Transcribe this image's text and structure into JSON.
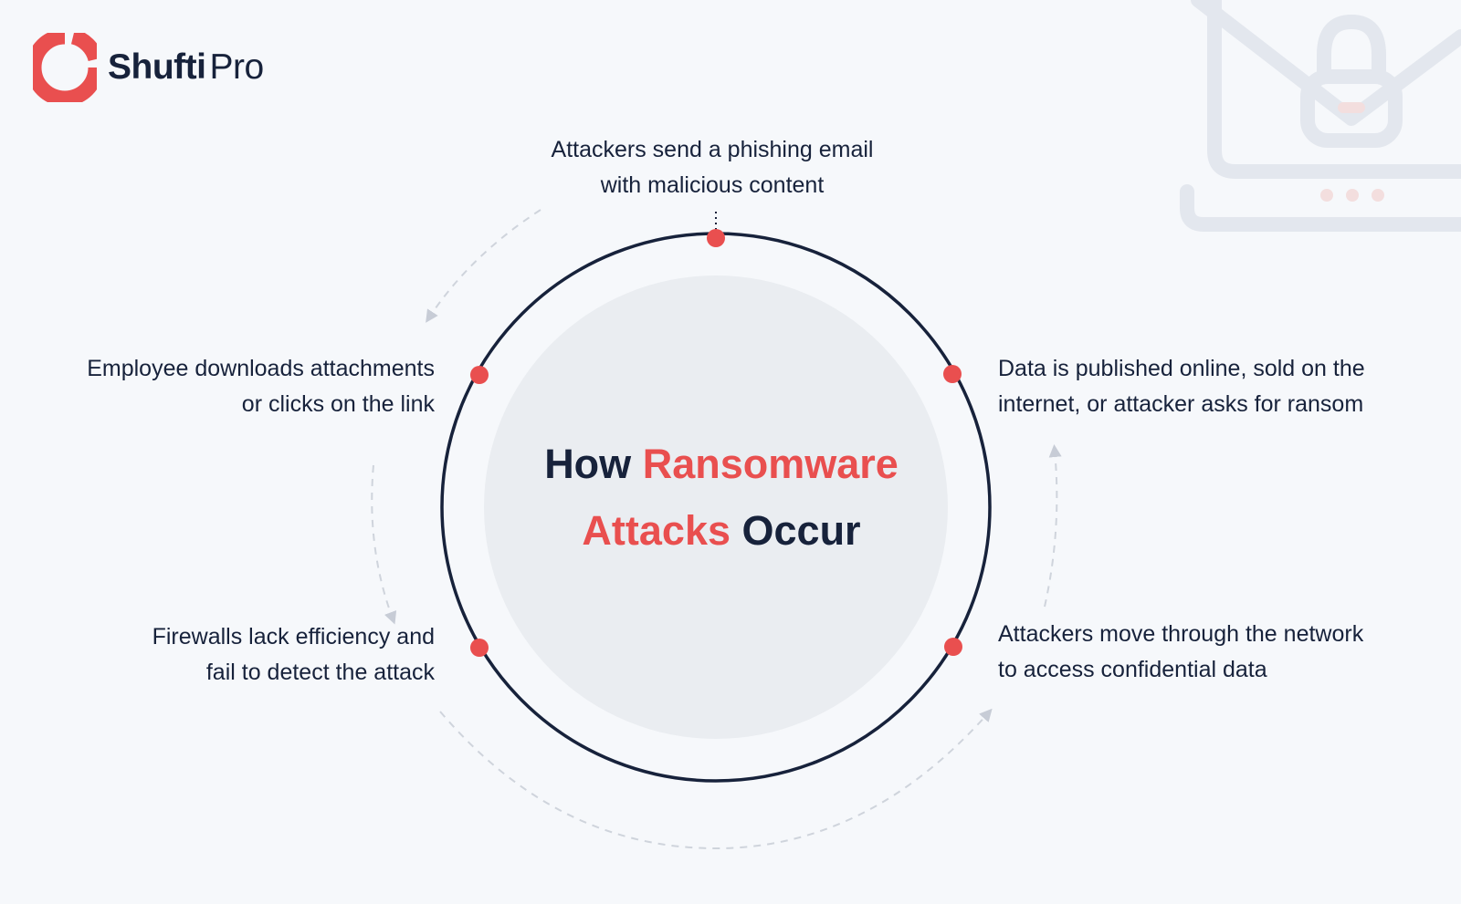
{
  "brand": {
    "name_bold": "Shufti",
    "name_light": "Pro",
    "accent_color": "#e94f4f",
    "ink_color": "#17223b"
  },
  "center_title": {
    "line1_part1": "How",
    "line1_part2": "Ransomware",
    "line2_part1": "Attacks",
    "line2_part2": "Occur"
  },
  "steps": [
    {
      "line1": "Attackers send a phishing email",
      "line2": "with malicious content"
    },
    {
      "line1": "Employee downloads attachments",
      "line2": "or clicks on the link"
    },
    {
      "line1": "Firewalls lack efficiency and",
      "line2": "fail to detect the attack"
    },
    {
      "line1": "Attackers move through the network",
      "line2": "to access confidential data"
    },
    {
      "line1": "Data is published online, sold on the",
      "line2": "internet, or attacker asks for ransom"
    }
  ],
  "decor": {
    "background_icon": "laptop-email-lock-icon"
  }
}
